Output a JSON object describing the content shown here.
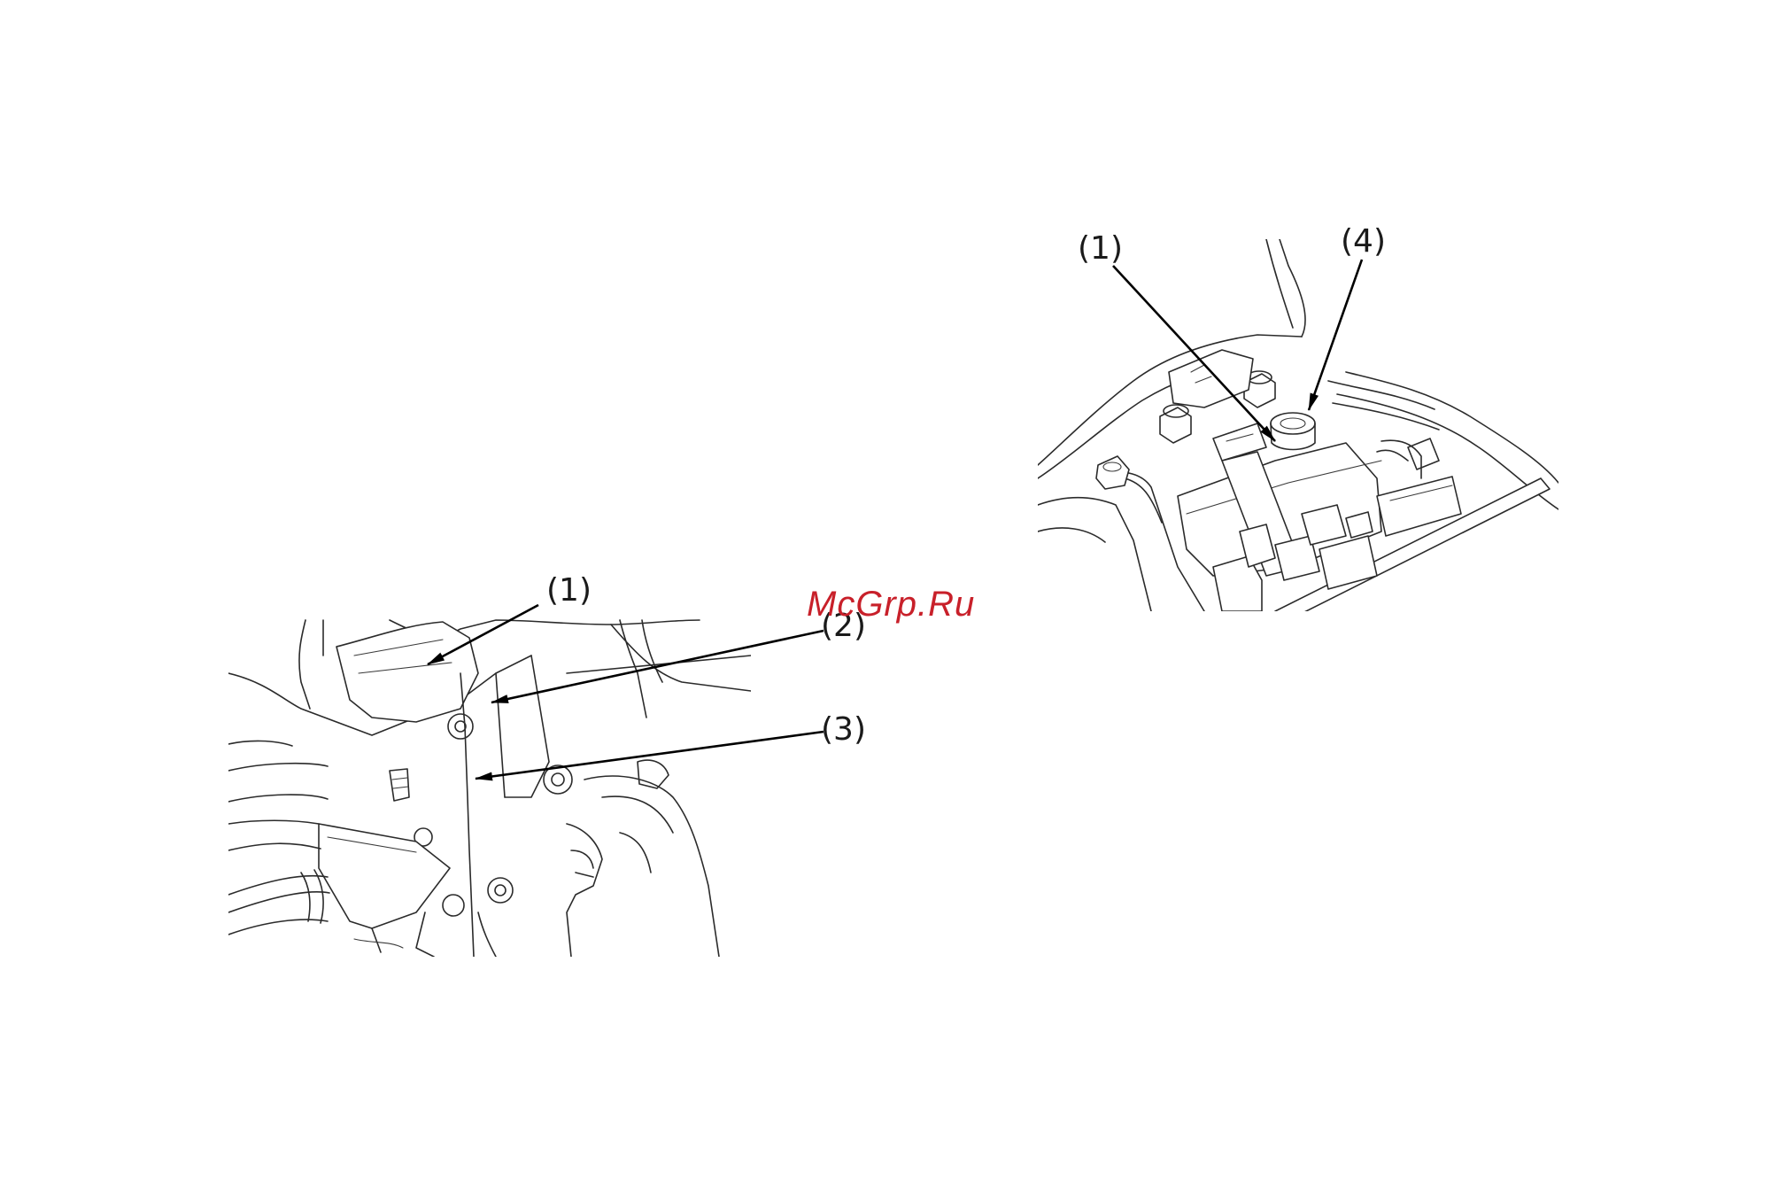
{
  "watermark": {
    "text": "McGrp.Ru",
    "color": "#c8202a"
  },
  "left_figure": {
    "callouts": [
      {
        "id": "l1",
        "label": "(1)"
      },
      {
        "id": "l2",
        "label": "(2)"
      },
      {
        "id": "l3",
        "label": "(3)"
      }
    ]
  },
  "right_figure": {
    "callouts": [
      {
        "id": "r1",
        "label": "(1)"
      },
      {
        "id": "r4",
        "label": "(4)"
      }
    ]
  }
}
